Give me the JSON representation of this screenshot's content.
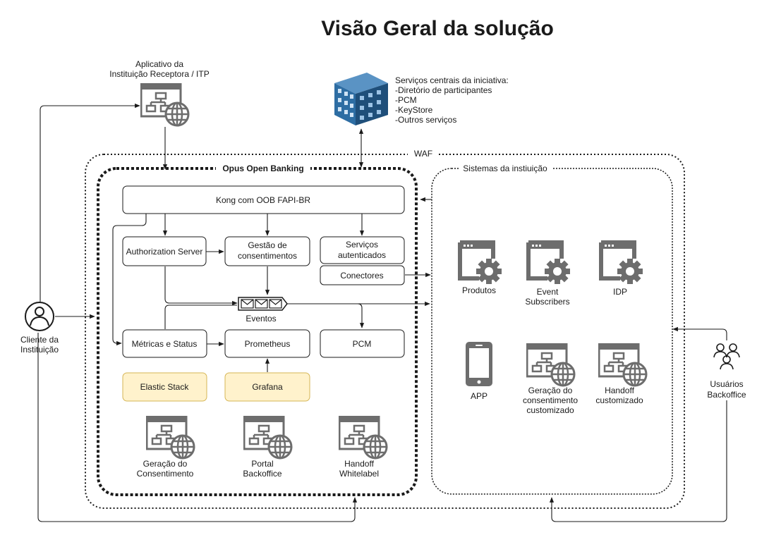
{
  "title": "Visão Geral da solução",
  "colors": {
    "line": "#1a1a1a",
    "icon_gray": "#6d6d6d",
    "building_blue": "#2d6da3",
    "highlight_fill": "#fff2cc",
    "highlight_stroke": "#d6b656"
  },
  "client": {
    "label_line1": "Cliente da",
    "label_line2": "Instituição",
    "icon": "user-icon"
  },
  "receiving_app": {
    "label_line1": "Aplicativo da",
    "label_line2": "Instituição Receptora / ITP",
    "icon": "web-app-icon"
  },
  "central_services": {
    "icon": "building-icon",
    "lines": [
      "Serviços centrais da iniciativa:",
      "-Diretório de participantes",
      "-PCM",
      "-KeyStore",
      "-Outros serviços"
    ]
  },
  "waf": {
    "label": "WAF"
  },
  "opus": {
    "label": "Opus Open Banking",
    "kong": "Kong com OOB FAPI-BR",
    "authorization_server": "Authorization Server",
    "consent_management_line1": "Gestão de",
    "consent_management_line2": "consentimentos",
    "authenticated_services_line1": "Serviços",
    "authenticated_services_line2": "autenticados",
    "connectors": "Conectores",
    "events": "Eventos",
    "metrics": "Métricas e Status",
    "prometheus": "Prometheus",
    "pcm": "PCM",
    "elastic": "Elastic Stack",
    "grafana": "Grafana",
    "apps": [
      {
        "line1": "Geração do",
        "line2": "Consentimento"
      },
      {
        "line1": "Portal",
        "line2": "Backoffice"
      },
      {
        "line1": "Handoff",
        "line2": "Whitelabel"
      }
    ]
  },
  "institution_systems": {
    "label": "Sistemas da instiuição",
    "products": "Produtos",
    "event_subscribers_line1": "Event",
    "event_subscribers_line2": "Subscribers",
    "idp": "IDP",
    "app": "APP",
    "custom_consent_line1": "Geração do",
    "custom_consent_line2": "consentimento",
    "custom_consent_line3": "customizado",
    "custom_handoff_line1": "Handoff",
    "custom_handoff_line2": "customizado"
  },
  "backoffice_users": {
    "label_line1": "Usuários",
    "label_line2": "Backoffice",
    "icon": "users-group-icon"
  }
}
